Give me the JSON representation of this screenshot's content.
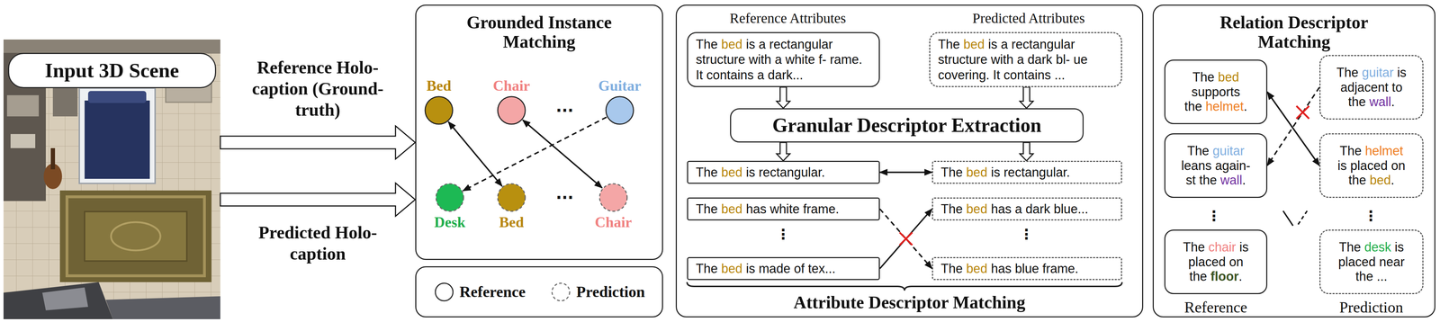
{
  "diagram": {
    "nodes": [
      {
        "text": [
          "Input 3D Scene"
        ]
      },
      {
        "text": [
          "Grounded Instance Matching"
        ]
      },
      {
        "text": [
          "Bed"
        ],
        "in": 1
      },
      {
        "text": [
          "Chair"
        ],
        "in": 1
      },
      {
        "text": [
          "Guitar"
        ],
        "in": 1
      },
      {
        "text": [
          "Desk"
        ],
        "in": 1
      },
      {
        "text": [
          "Bed"
        ],
        "in": 1
      },
      {
        "text": [
          "Chair"
        ],
        "in": 1
      },
      {
        "text": [
          "Attribute Descriptor Matching"
        ]
      },
      {
        "text": [
          "The bed is a rectangular structure with a white f- rame. It contains a dark..."
        ],
        "in": 8
      },
      {
        "text": [
          "The bed is a rectangular structure with a dark bl- ue covering. It contains ..."
        ],
        "in": 8
      },
      {
        "text": [
          "Granular Descriptor Extraction"
        ],
        "in": 8
      },
      {
        "text": [
          "The bed is rectangular."
        ],
        "in": 8
      },
      {
        "text": [
          "The bed is rectangular."
        ],
        "in": 8
      },
      {
        "text": [
          "The bed has white frame."
        ],
        "in": 8
      },
      {
        "text": [
          "The bed has a dark blue..."
        ],
        "in": 8
      },
      {
        "text": [
          "The bed is made of tex..."
        ],
        "in": 8
      },
      {
        "text": [
          "The bed has blue frame."
        ],
        "in": 8
      },
      {
        "text": [
          "Relation Descriptor Matching"
        ]
      },
      {
        "text": [
          "The bed supports the helmet."
        ],
        "in": 18
      },
      {
        "text": [
          "The guitar is adjacent to the wall."
        ],
        "in": 18
      },
      {
        "text": [
          "The guitar leans again- st the wall."
        ],
        "in": 18
      },
      {
        "text": [
          "The helmet is placed on the bed."
        ],
        "in": 18
      },
      {
        "text": [
          "The chair is placed on the floor."
        ],
        "in": 18
      },
      {
        "text": [
          "The desk is placed near the ..."
        ],
        "in": 18
      }
    ],
    "edges": [
      {
        "from": 0,
        "to": 1,
        "arrow": "to",
        "label": "Reference Holo-caption (Ground-truth)"
      },
      {
        "from": 0,
        "to": 1,
        "arrow": "to",
        "label": "Predicted Holo-caption"
      },
      {
        "from": 2,
        "to": 6,
        "arrow": "both"
      },
      {
        "from": 3,
        "to": 7,
        "arrow": "both"
      },
      {
        "from": 4,
        "to": 5,
        "arrow": "to"
      },
      {
        "from": 9,
        "to": 11,
        "arrow": "to"
      },
      {
        "from": 10,
        "to": 11,
        "arrow": "to"
      },
      {
        "from": 11,
        "to": 12,
        "arrow": "to"
      },
      {
        "from": 11,
        "to": 13,
        "arrow": "to"
      },
      {
        "from": 12,
        "to": 13,
        "arrow": "both"
      },
      {
        "from": 14,
        "to": 17,
        "arrow": "to"
      },
      {
        "from": 16,
        "to": 15,
        "arrow": "to"
      },
      {
        "from": 19,
        "to": 22,
        "arrow": "both"
      },
      {
        "from": 20,
        "to": 21,
        "arrow": "to"
      }
    ],
    "labels": [
      "Reference Attributes",
      "Predicted Attributes",
      "···",
      "···",
      "⋮",
      "⋮",
      "⋮",
      "⋮",
      "Reference",
      "Prediction"
    ],
    "legend": [
      {
        "text": "Reference"
      },
      {
        "text": "Prediction"
      }
    ]
  }
}
